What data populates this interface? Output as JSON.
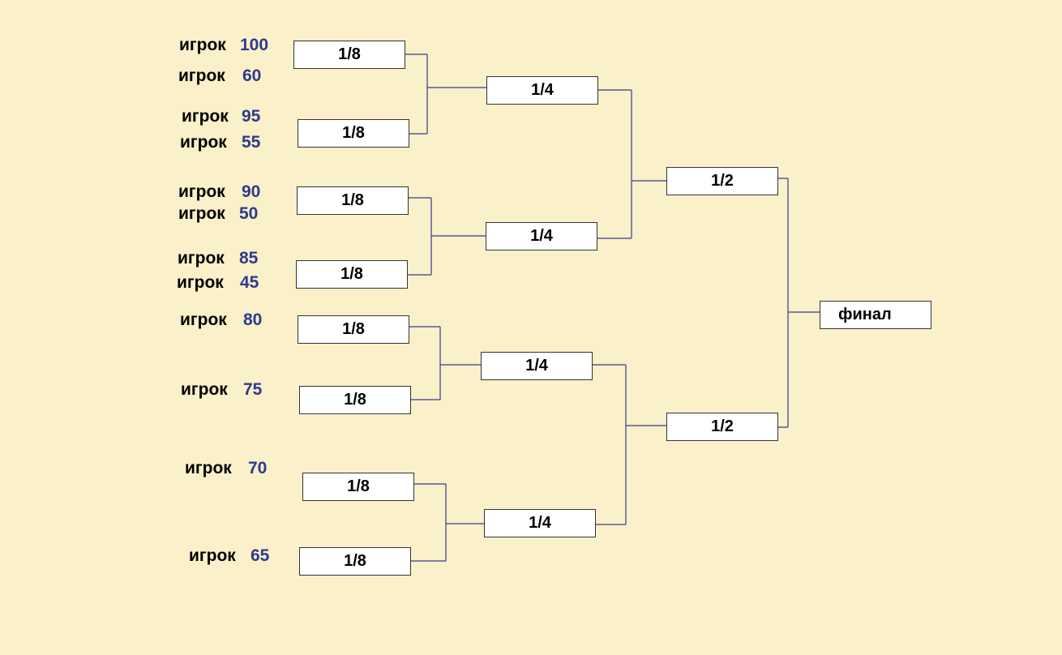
{
  "player_label": "игрок",
  "players": [
    "100",
    "60",
    "95",
    "55",
    "90",
    "50",
    "85",
    "45",
    "80",
    "75",
    "70",
    "65"
  ],
  "rounds": {
    "r16": "1/8",
    "qf": "1/4",
    "sf": "1/2",
    "final": "финал"
  },
  "colors": {
    "background": "#FAF0C9",
    "number": "#2E3A8E",
    "line": "#3A3A8A"
  }
}
